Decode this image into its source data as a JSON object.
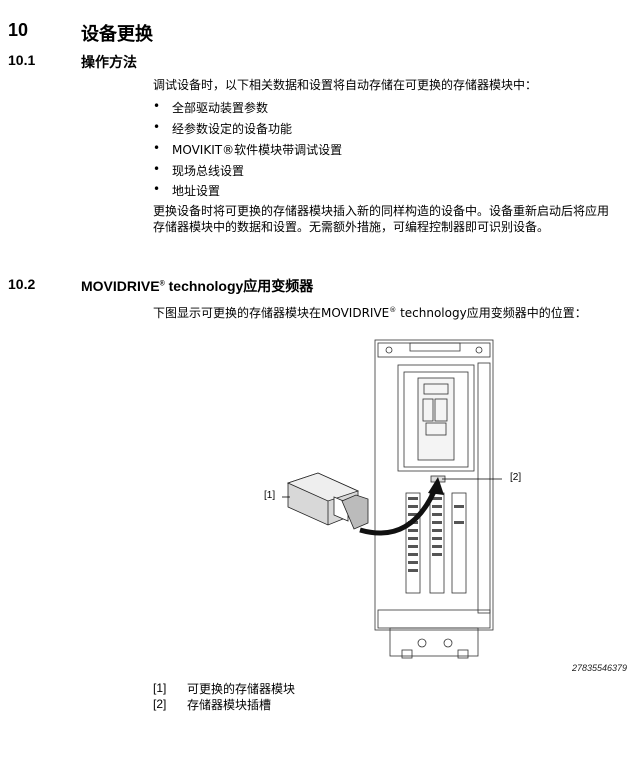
{
  "chapter": {
    "number": "10",
    "title": "设备更换"
  },
  "section1": {
    "number": "10.1",
    "title": "操作方法",
    "intro": "调试设备时，以下相关数据和设置将自动存储在可更换的存储器模块中：",
    "bullets": [
      "全部驱动装置参数",
      "经参数设定的设备功能",
      "MOVIKIT®软件模块带调试设置",
      "现场总线设置",
      "地址设置"
    ],
    "para_line1": "更换设备时将可更换的存储器模块插入新的同样构造的设备中。设备重新启动后将应用",
    "para_line2": "存储器模块中的数据和设置。无需额外措施，可编程控制器即可识别设备。"
  },
  "section2": {
    "number": "10.2",
    "title_pre": "MOVIDRIVE",
    "title_reg": "®",
    "title_post": " technology应用变频器",
    "desc_pre": "下图显示可更换的存储器模块在MOVIDRIVE",
    "desc_reg": "®",
    "desc_post": " technology应用变频器中的位置：",
    "figure_id": "27835546379",
    "callout1": "[1]",
    "callout2": "[2]"
  },
  "legend": [
    {
      "num": "[1]",
      "text": "可更换的存储器模块"
    },
    {
      "num": "[2]",
      "text": "存储器模块插槽"
    }
  ]
}
